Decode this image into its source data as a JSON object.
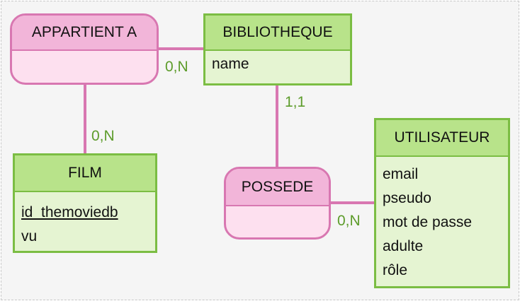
{
  "entities": {
    "bibliotheque": {
      "title": "BIBLIOTHEQUE",
      "attributes": [
        "name"
      ]
    },
    "film": {
      "title": "FILM",
      "key_attribute": "id_themoviedb",
      "attributes": [
        "vu"
      ]
    },
    "utilisateur": {
      "title": "UTILISATEUR",
      "attributes": [
        "email",
        "pseudo",
        "mot de passe",
        "adulte",
        "rôle"
      ]
    }
  },
  "associations": {
    "appartient_a": {
      "title": "APPARTIENT A"
    },
    "possede": {
      "title": "POSSEDE"
    }
  },
  "cardinalities": {
    "appartient_bibliotheque": "0,N",
    "appartient_film": "0,N",
    "possede_bibliotheque": "1,1",
    "possede_utilisateur": "0,N"
  },
  "colors": {
    "entity_border": "#7bbd43",
    "entity_header": "#b8e38a",
    "entity_body": "#e5f4d2",
    "assoc_border": "#d877b1",
    "assoc_header": "#f2b5d9",
    "assoc_body": "#fde0ef",
    "cardinality_text": "#5d9c2b"
  }
}
